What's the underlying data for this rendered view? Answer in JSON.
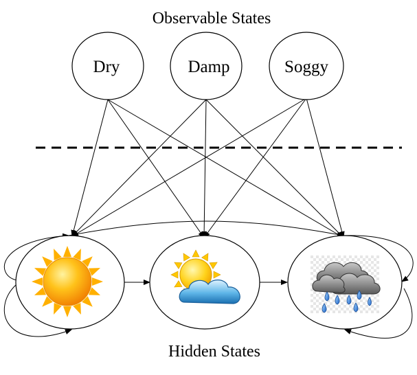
{
  "diagram": {
    "observable_title": "Observable States",
    "hidden_title": "Hidden States",
    "observable_states": [
      {
        "label": "Dry"
      },
      {
        "label": "Damp"
      },
      {
        "label": "Soggy"
      }
    ],
    "hidden_states": [
      {
        "icon": "sun-icon"
      },
      {
        "icon": "partly-cloudy-icon"
      },
      {
        "icon": "rain-cloud-icon"
      }
    ]
  }
}
